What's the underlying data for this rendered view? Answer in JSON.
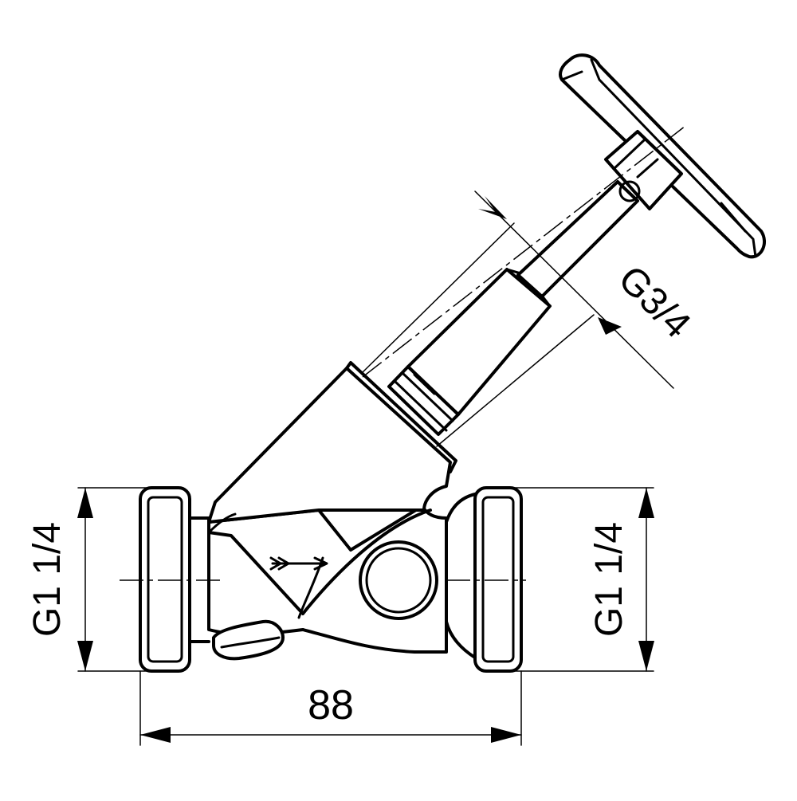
{
  "diagram": {
    "line_color": "#000000",
    "background": "#ffffff",
    "dimensions": {
      "width_label": "88",
      "left_thread_label": "G1 1/4",
      "right_thread_label": "G1 1/4",
      "stem_thread_label": "G3/4"
    }
  }
}
